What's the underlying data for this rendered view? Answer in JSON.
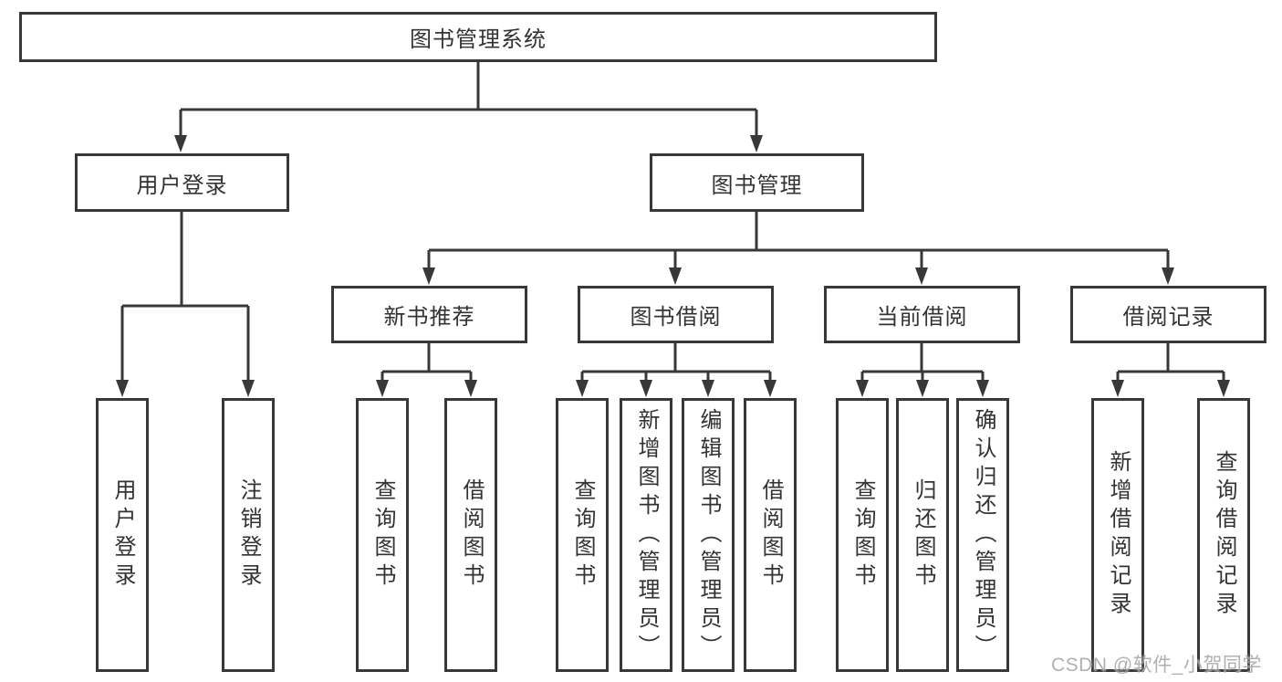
{
  "title": "图书管理系统",
  "watermark": "CSDN @软件_小贺同学",
  "colors": {
    "line": "#383838",
    "box_border": "#383838",
    "text": "#333333",
    "background": "#ffffff",
    "watermark": "#919191"
  },
  "tree": {
    "label": "图书管理系统",
    "children": [
      {
        "label": "用户登录",
        "children": [
          {
            "label": "用户登录"
          },
          {
            "label": "注销登录"
          }
        ]
      },
      {
        "label": "图书管理",
        "children": [
          {
            "label": "新书推荐",
            "children": [
              {
                "label": "查询图书"
              },
              {
                "label": "借阅图书"
              }
            ]
          },
          {
            "label": "图书借阅",
            "children": [
              {
                "label": "查询图书"
              },
              {
                "label": "新增图书（管理员）"
              },
              {
                "label": "编辑图书（管理员）"
              },
              {
                "label": "借阅图书"
              }
            ]
          },
          {
            "label": "当前借阅",
            "children": [
              {
                "label": "查询图书"
              },
              {
                "label": "归还图书"
              },
              {
                "label": "确认归还（管理员）"
              }
            ]
          },
          {
            "label": "借阅记录",
            "children": [
              {
                "label": "新增借阅记录"
              },
              {
                "label": "查询借阅记录"
              }
            ]
          }
        ]
      }
    ]
  }
}
